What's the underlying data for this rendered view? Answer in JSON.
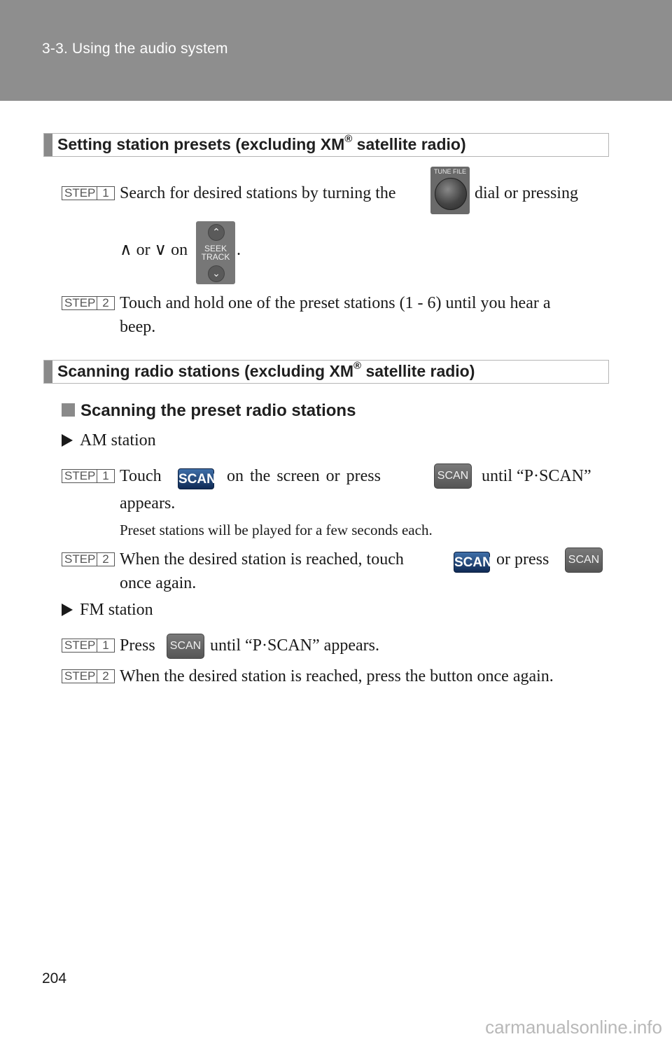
{
  "header": {
    "section": "3-3. Using the audio system"
  },
  "page_number": "204",
  "watermark": "carmanualsonline.info",
  "step_word": "STEP",
  "section1": {
    "title": "Setting station presets (excluding XM",
    "reg": "®",
    "title_end": " satellite radio)",
    "step1_pre": "Search for desired stations by turning the",
    "step1_post": "dial or pressing",
    "step1_line2": "∧ or ∨ on",
    "step1_period": ".",
    "step2_line1": "Touch and hold one of the preset stations (1 - 6) until you hear a",
    "step2_line2": "beep."
  },
  "section2": {
    "title": "Scanning radio stations (excluding XM",
    "reg": "®",
    "title_end": " satellite radio)",
    "subhead": "Scanning the preset radio stations",
    "am": {
      "label": "AM station",
      "step1_a": "Touch",
      "step1_b": "on  the  screen  or  press",
      "step1_c": "until  “P·SCAN”",
      "step1_line2": "appears.",
      "note": "Preset stations will be played for a few seconds each.",
      "step2_a": "When the desired station is reached, touch",
      "step2_b": "or press",
      "step2_line2": "once again."
    },
    "fm": {
      "label": "FM station",
      "step1_a": "Press",
      "step1_b": "until “P·SCAN” appears.",
      "step2": "When the desired station is reached, press the button once again."
    }
  },
  "buttons": {
    "tune_file_label": "TUNE FILE",
    "seek_track_line1": "SEEK",
    "seek_track_line2": "TRACK",
    "scan_label": "SCAN"
  },
  "step_numbers": [
    "1",
    "2"
  ]
}
